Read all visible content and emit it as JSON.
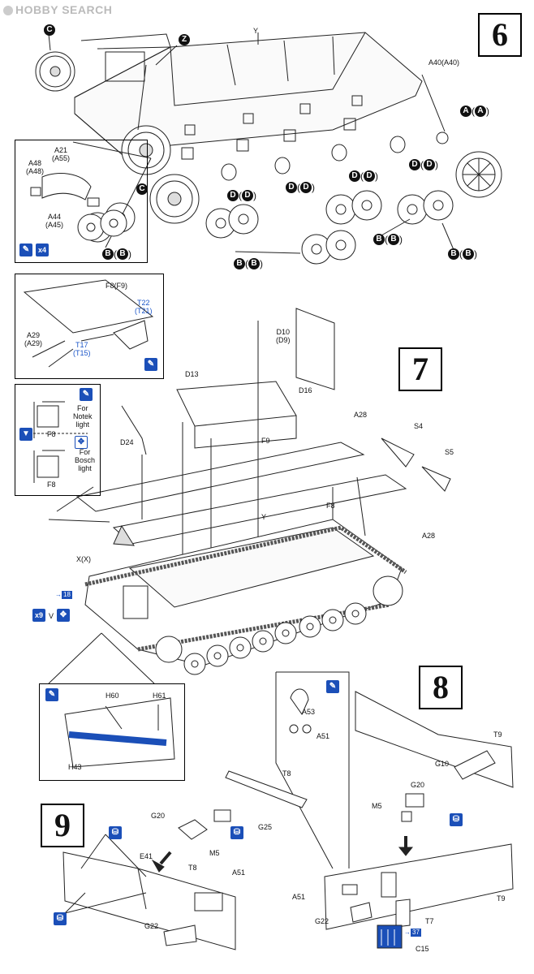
{
  "watermark": "HOBBY SEARCH",
  "steps": {
    "step6": "6",
    "step7": "7",
    "step8": "8",
    "step9": "9"
  },
  "step6": {
    "labels": {
      "y": "Y",
      "a40": "A40(A40)",
      "a21": "A21\n(A55)",
      "a48": "A48\n(A48)",
      "a44": "A44\n(A45)"
    },
    "refs": {
      "c_top": "C",
      "z": "Z",
      "c_mid": "C",
      "c_inset": "C",
      "a_wheel": "A",
      "d": "D",
      "b": "B"
    },
    "icons": {
      "glue": "glue-icon",
      "x4": "x4"
    }
  },
  "step7": {
    "labels": {
      "f8f9": "F8(F9)",
      "t22": "T22\n(T21)",
      "t17": "T17\n(T15)",
      "a29": "A29\n(A29)",
      "d10": "D10\n(D9)",
      "d13": "D13",
      "d16": "D16",
      "d24": "D24",
      "a28_top": "A28",
      "s4": "S4",
      "s5": "S5",
      "f9": "F9",
      "f8": "F8",
      "a28_bot": "A28",
      "y": "Y",
      "xx": "X(X)",
      "f8_inset_a": "F8",
      "f8_inset_b": "F8",
      "notek": "For\nNotek\nlight",
      "bosch": "For\nBosch\nlight",
      "h60": "H60",
      "h61": "H61",
      "h43": "H43"
    },
    "icons": {
      "x9": "x9",
      "v": "V",
      "ref18": "18"
    }
  },
  "step8": {
    "labels": {
      "a53": "A53",
      "a51": "A51",
      "t9_top": "T9",
      "g10": "G10",
      "g20": "G20",
      "m5": "M5",
      "a51_bot": "A51",
      "g22": "G22",
      "t7": "T7",
      "c15": "C15",
      "t9_bot": "T9"
    },
    "icons": {
      "ref37": "37"
    }
  },
  "step9": {
    "labels": {
      "t8_top": "T8",
      "g20": "G20",
      "g25": "G25",
      "m5": "M5",
      "e41": "E41",
      "t8": "T8",
      "a51": "A51",
      "g22": "G22"
    }
  },
  "colors": {
    "ink": "#111111",
    "accent_blue": "#1b4fb8",
    "label_blue": "#1a55c9"
  }
}
